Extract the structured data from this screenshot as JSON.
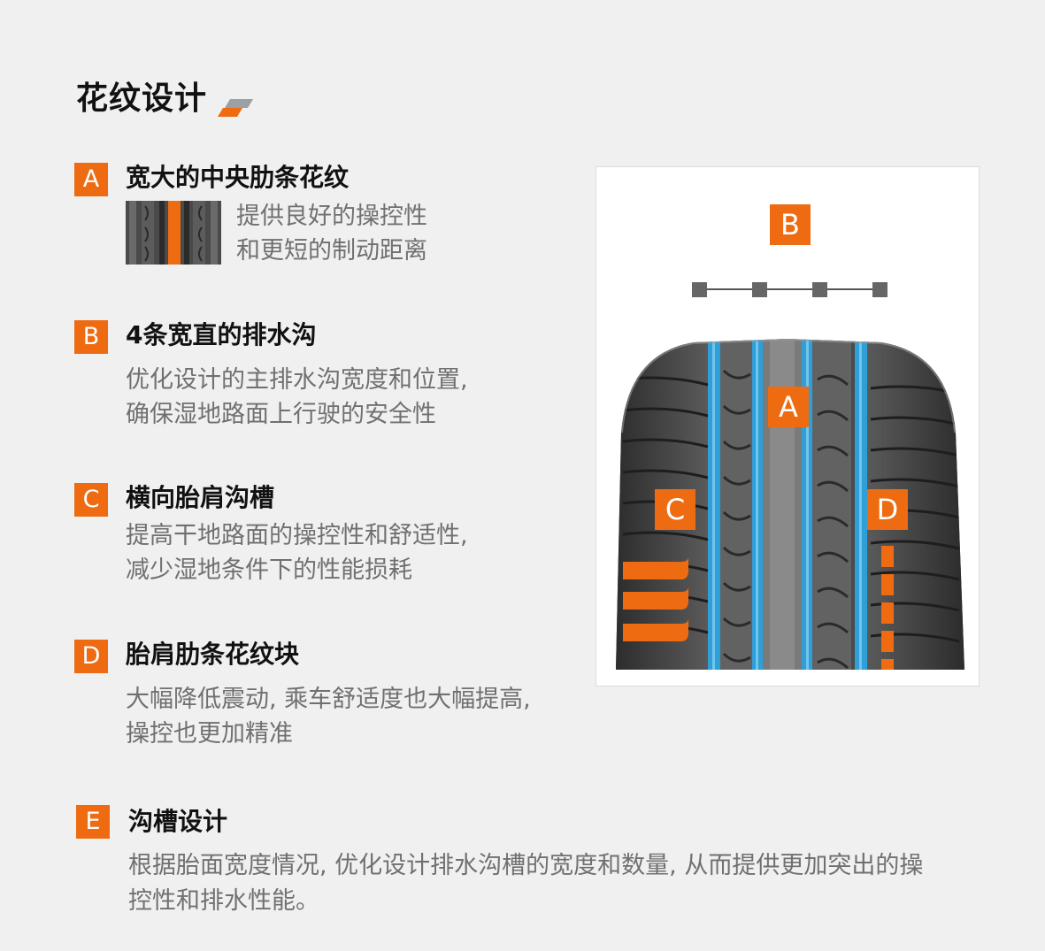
{
  "header": {
    "title": "花纹设计"
  },
  "features": [
    {
      "letter": "A",
      "title": "宽大的中央肋条花纹",
      "lines": [
        "提供良好的操控性",
        "和更短的制动距离"
      ]
    },
    {
      "letter": "B",
      "title": "4条宽直的排水沟",
      "lines": [
        "优化设计的主排水沟宽度和位置,",
        "确保湿地路面上行驶的安全性"
      ]
    },
    {
      "letter": "C",
      "title": "横向胎肩沟槽",
      "lines": [
        "提高干地路面的操控性和舒适性,",
        "减少湿地条件下的性能损耗"
      ]
    },
    {
      "letter": "D",
      "title": "胎肩肋条花纹块",
      "lines": [
        "大幅降低震动, 乘车舒适度也大幅提高,",
        "操控也更加精准"
      ]
    },
    {
      "letter": "E",
      "title": "沟槽设计",
      "lines": [
        "根据胎面宽度情况, 优化设计排水沟槽的宽度和数量, 从而提供更加突出的操",
        "控性和排水性能。"
      ]
    }
  ],
  "diagram": {
    "labels": {
      "a": "A",
      "b": "B",
      "c": "C",
      "d": "D"
    }
  },
  "colors": {
    "accent": "#ee6b12",
    "groove": "#2f9fd8",
    "background": "#eff0ef"
  }
}
